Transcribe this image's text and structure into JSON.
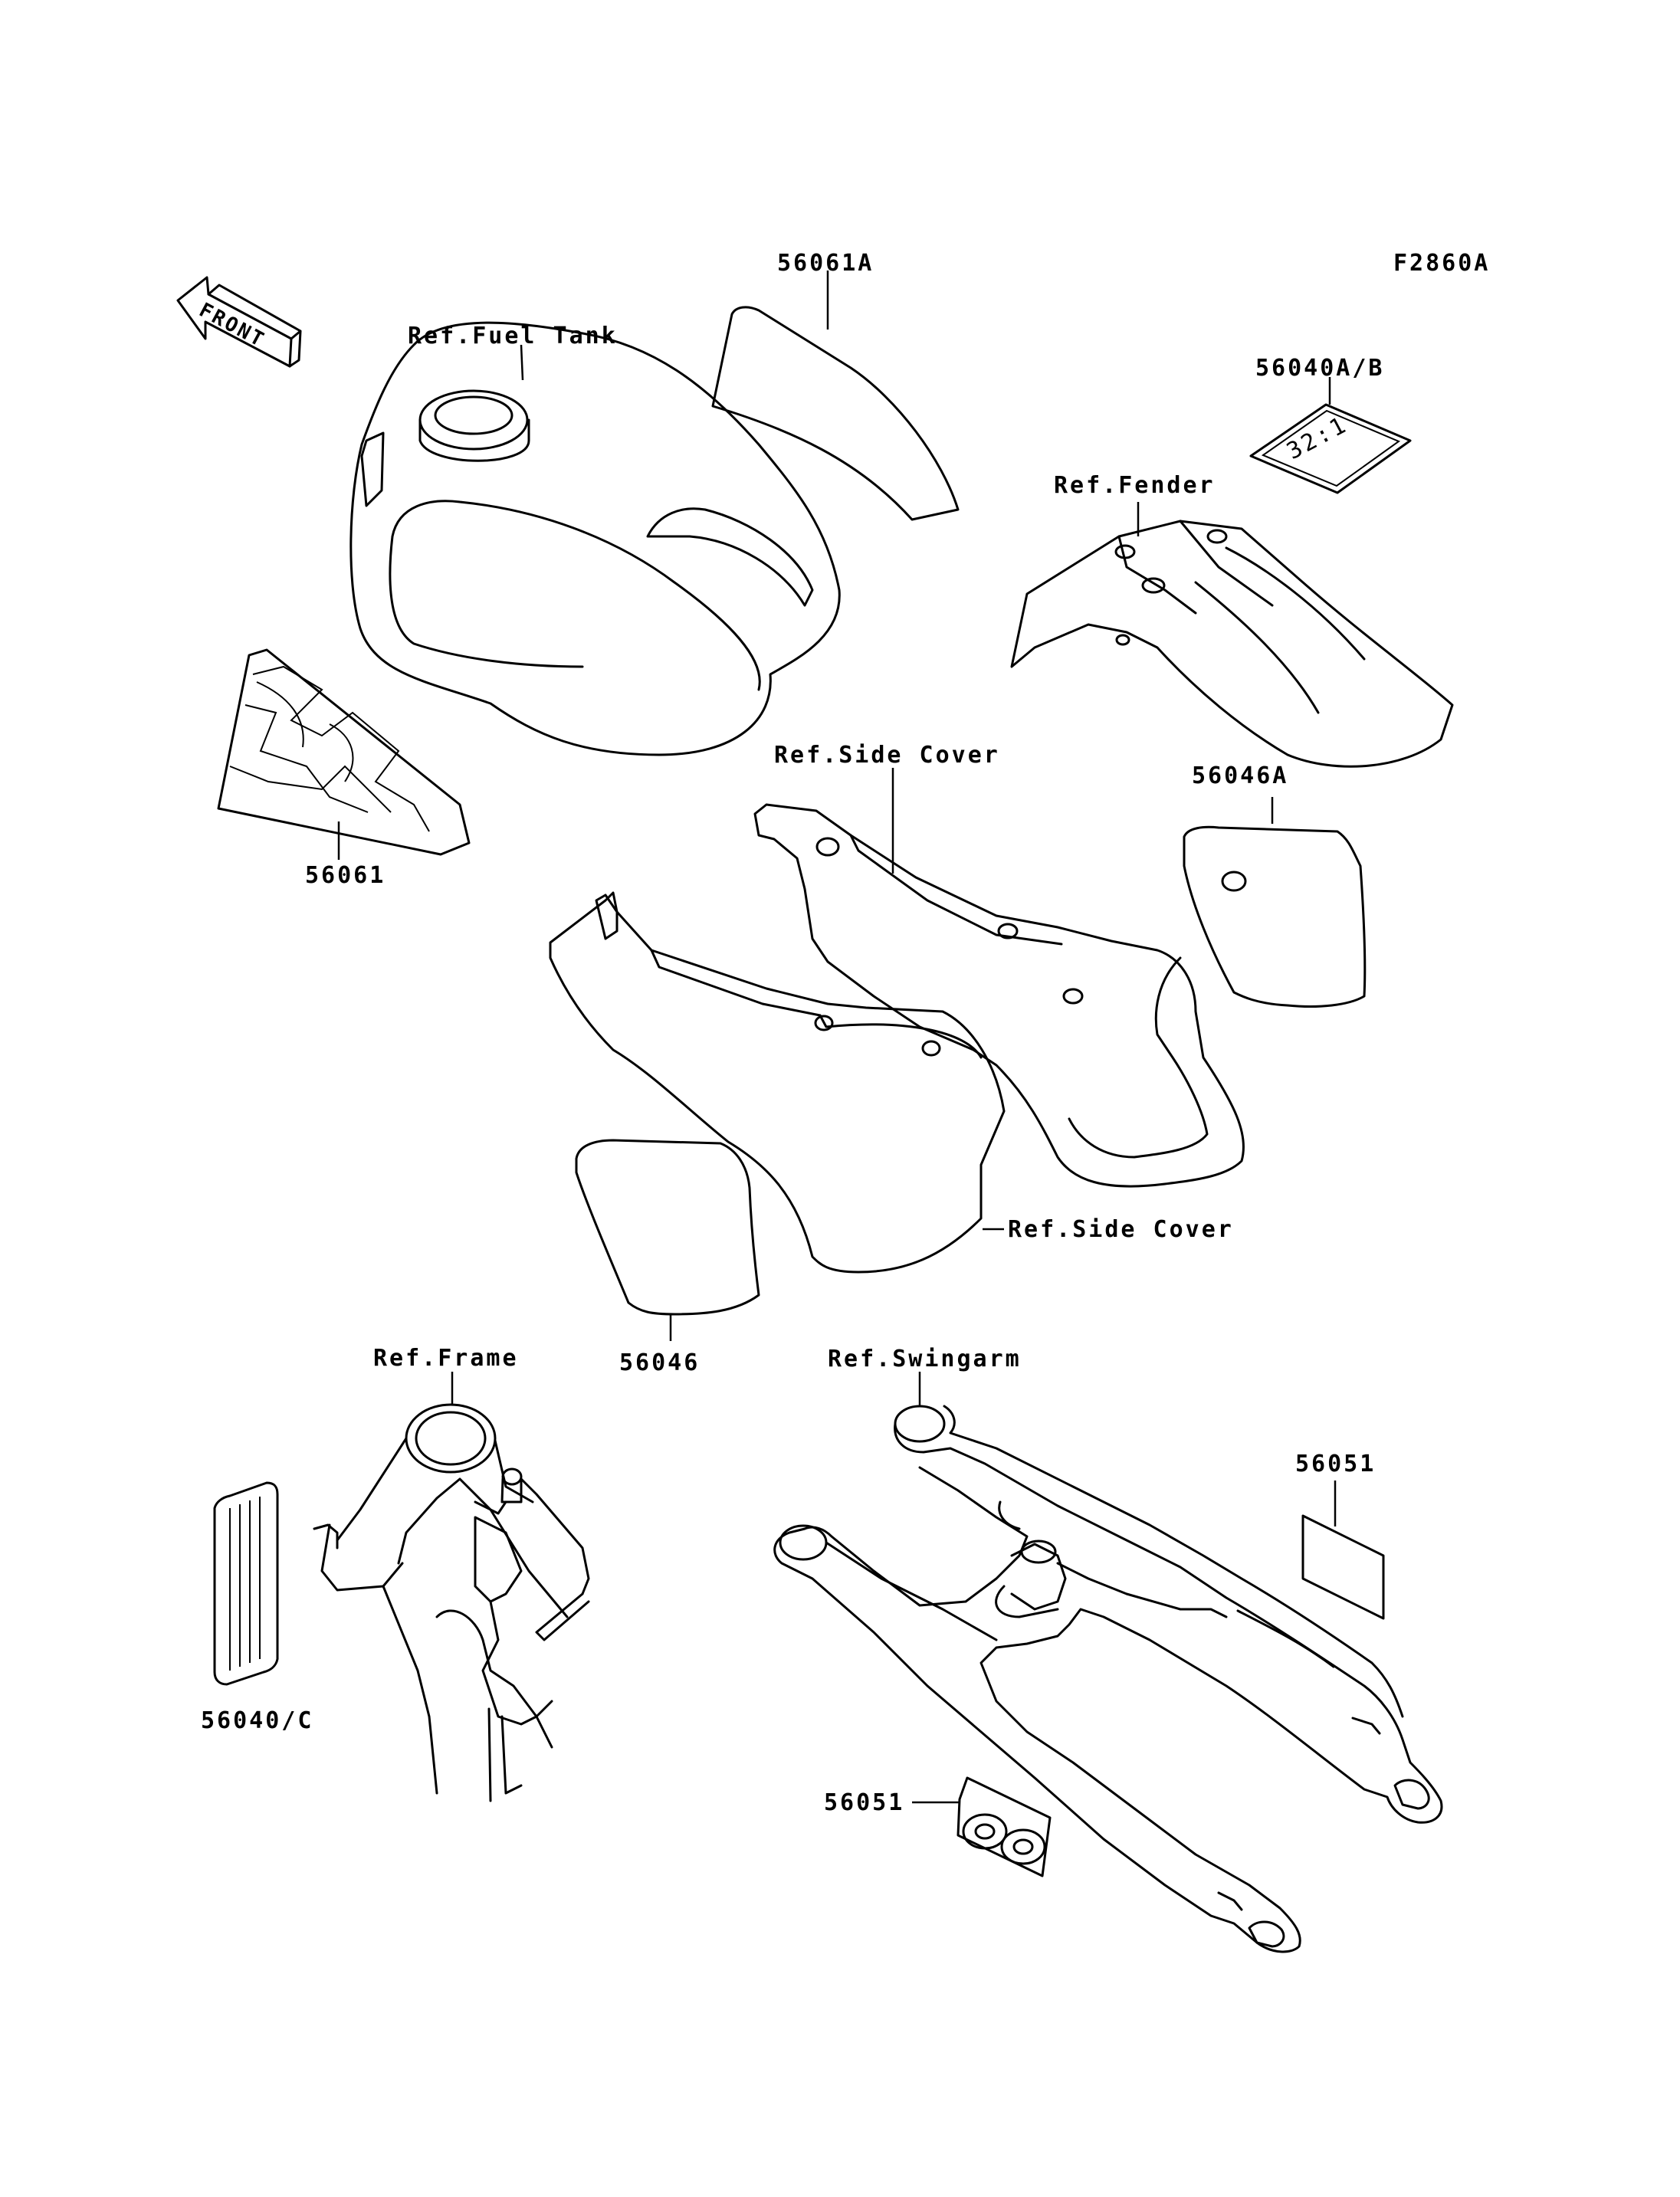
{
  "diagram_code": "F2860A",
  "front_arrow_text": "FRONT",
  "callouts": {
    "fuel_tank": "Ref.Fuel Tank",
    "tank_decal_upper": "56061A",
    "tank_decal_lower": "56061",
    "label_ratio": "56040A/B",
    "label_ratio_text": "32:1",
    "fender": "Ref.Fender",
    "side_cover_right": "Ref.Side Cover",
    "decal_side_right": "56046A",
    "side_cover_left": "Ref.Side Cover",
    "decal_side_left": "56046",
    "frame": "Ref.Frame",
    "frame_label": "56040/C",
    "swingarm": "Ref.Swingarm",
    "swingarm_decal_upper": "56051",
    "swingarm_decal_lower": "56051"
  }
}
